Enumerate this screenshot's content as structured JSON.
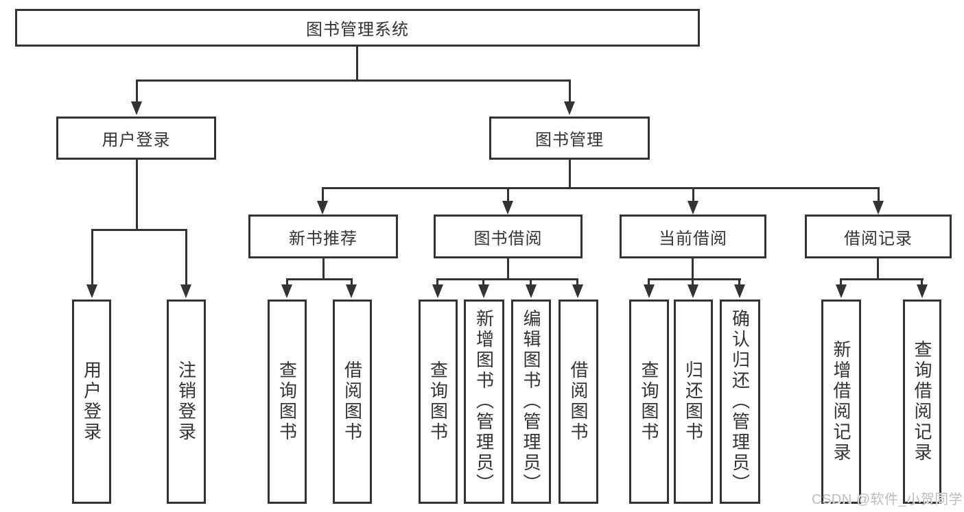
{
  "title": "图书管理系统",
  "colors": {
    "line": "#333333",
    "text": "#333333",
    "watermark": "#bcbcbc",
    "background": "#ffffff"
  },
  "watermark": {
    "text": "CSDN @软件_小贺同学"
  },
  "nodes": {
    "root": {
      "label": "图书管理系统"
    },
    "user_login": {
      "label": "用户登录",
      "parent": "图书管理系统"
    },
    "book_mgmt": {
      "label": "图书管理",
      "parent": "图书管理系统"
    },
    "new_book_rec": {
      "label": "新书推荐",
      "parent": "图书管理"
    },
    "book_borrow": {
      "label": "图书借阅",
      "parent": "图书管理"
    },
    "current_borrow": {
      "label": "当前借阅",
      "parent": "图书管理"
    },
    "borrow_records": {
      "label": "借阅记录",
      "parent": "图书管理"
    }
  },
  "leaves": [
    {
      "label": "用户登录",
      "parent": "用户登录"
    },
    {
      "label": "注销登录",
      "parent": "用户登录"
    },
    {
      "label": "查询图书",
      "parent": "新书推荐"
    },
    {
      "label": "借阅图书",
      "parent": "新书推荐"
    },
    {
      "label": "查询图书",
      "parent": "图书借阅"
    },
    {
      "label": "新增图书（管理员）",
      "parent": "图书借阅"
    },
    {
      "label": "编辑图书（管理员）",
      "parent": "图书借阅"
    },
    {
      "label": "借阅图书",
      "parent": "图书借阅"
    },
    {
      "label": "查询图书",
      "parent": "当前借阅"
    },
    {
      "label": "归还图书",
      "parent": "当前借阅"
    },
    {
      "label": "确认归还（管理员）",
      "parent": "当前借阅"
    },
    {
      "label": "新增借阅记录",
      "parent": "借阅记录"
    },
    {
      "label": "查询借阅记录",
      "parent": "借阅记录"
    }
  ]
}
